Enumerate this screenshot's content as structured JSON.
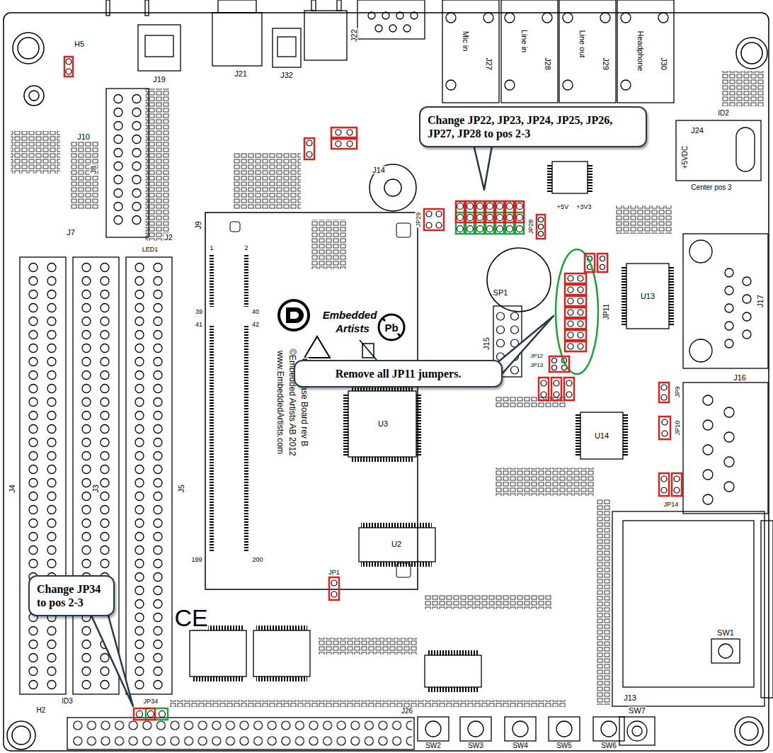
{
  "diagram": {
    "nodes": [
      {
        "text": [
          "Change JP22, JP23, JP24, JP25, JP26, JP27, JP28 to pos 2-3"
        ]
      },
      {
        "text": [
          "Remove all JP11 jumpers."
        ]
      },
      {
        "text": [
          "Change JP34 to pos 2-3"
        ]
      }
    ],
    "labels": [
      "H5",
      "J19",
      "J21",
      "J32",
      "J22",
      "Mic in",
      "J27",
      "Line in",
      "J28",
      "Line out",
      "J29",
      "Headphone",
      "J30",
      "ID2",
      "J24",
      "+5VDC",
      "Center pos 3",
      "J10",
      "J8",
      "J7",
      "J2",
      "J9",
      "LED1",
      "J14",
      "SP1",
      "JP29",
      "JP28",
      "JP11",
      "JP12",
      "JP13",
      "JP9",
      "JP10",
      "JP14",
      "J16",
      "J17",
      "J15",
      "J13",
      "J4",
      "J3",
      "J5",
      "U3",
      "U2",
      "1",
      "2",
      "39",
      "40",
      "41",
      "42",
      "199",
      "200",
      "www.EmbeddedArtists.com",
      "©Embedded Artists AB 2012",
      "OEM Base Board rev B",
      "Embedded",
      "Artists",
      "Pb",
      "CE",
      "U13",
      "U14",
      "SW1",
      "SW7",
      "J26",
      "SW2",
      "SW3",
      "SW4",
      "SW5",
      "SW6",
      "JP34",
      "JP1",
      "H2",
      "ID3",
      "+5V",
      "+3V3"
    ]
  }
}
